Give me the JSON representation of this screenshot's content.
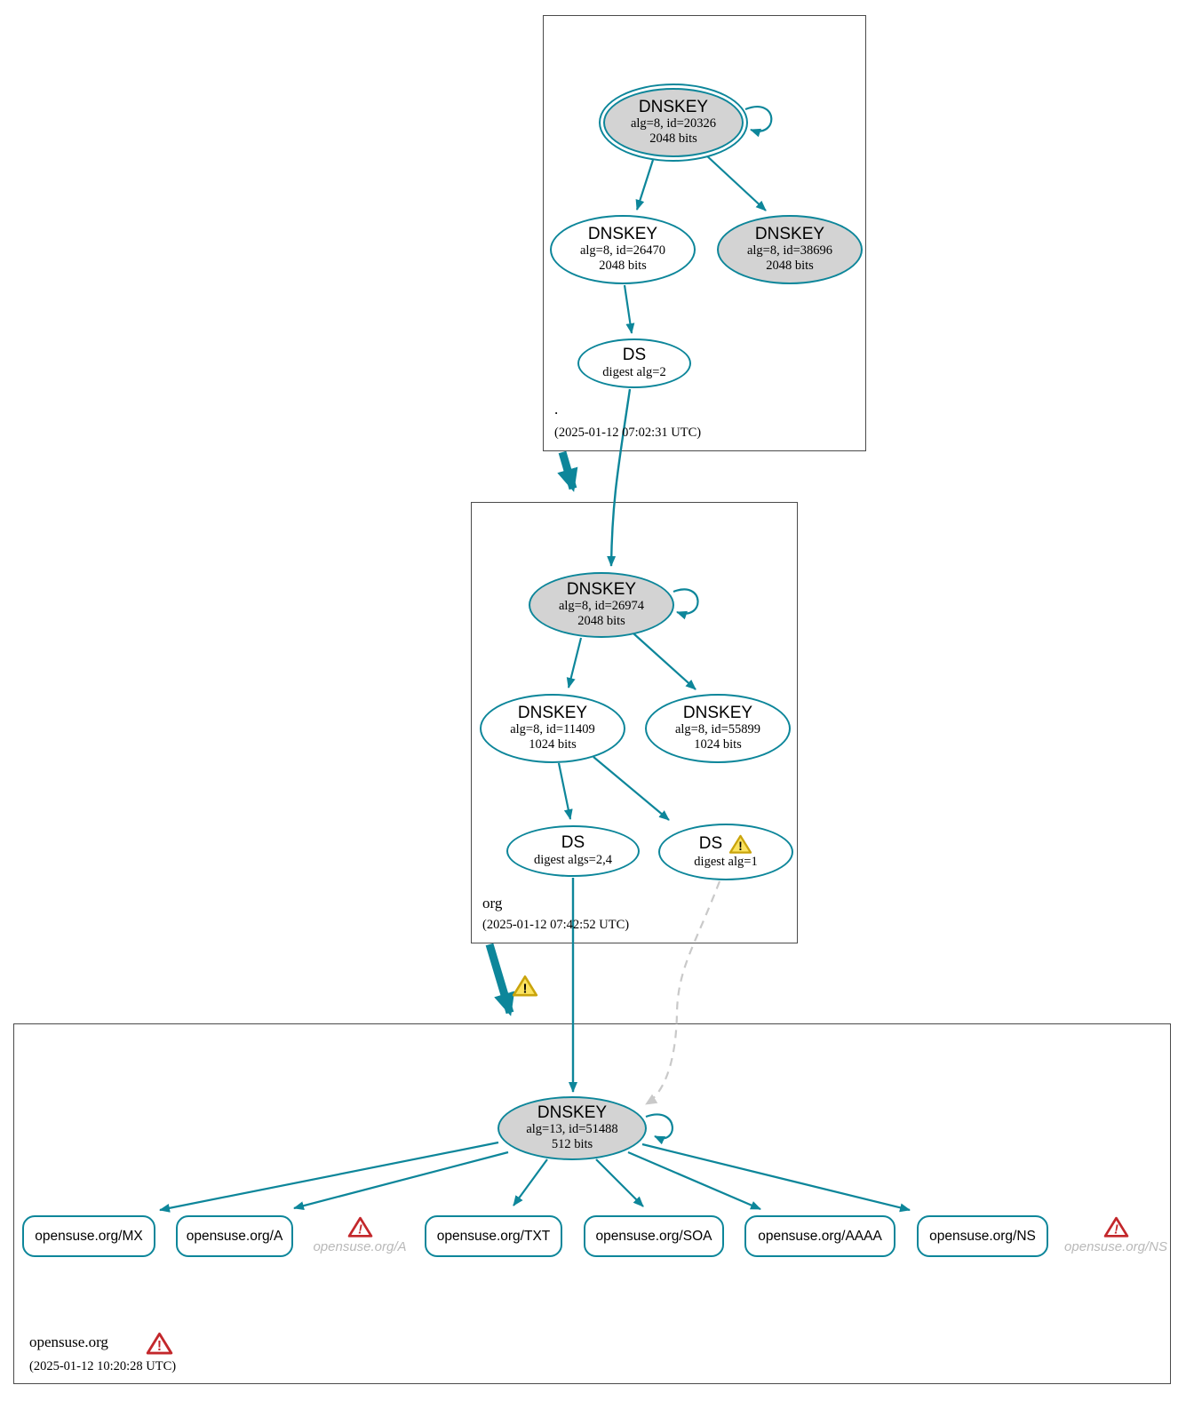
{
  "colors": {
    "edge_teal": "#0d869a",
    "node_fill_gray": "#d3d3d3",
    "warning_fill": "#fbe35f",
    "warning_border": "#caa40c",
    "error_border": "#c3272b",
    "missing_text_gray": "#b9b9b9",
    "dashed_edge_gray": "#c9c9c9",
    "box_border": "#4a4a4a"
  },
  "root_zone": {
    "label": ".",
    "timestamp": "(2025-01-12 07:02:31 UTC)",
    "ksk": {
      "title": "DNSKEY",
      "detail": "alg=8, id=20326",
      "bits": "2048 bits"
    },
    "zsk": {
      "title": "DNSKEY",
      "detail": "alg=8, id=26470",
      "bits": "2048 bits"
    },
    "key2": {
      "title": "DNSKEY",
      "detail": "alg=8, id=38696",
      "bits": "2048 bits"
    },
    "ds": {
      "title": "DS",
      "detail": "digest alg=2"
    }
  },
  "org_zone": {
    "label": "org",
    "timestamp": "(2025-01-12 07:42:52 UTC)",
    "ksk": {
      "title": "DNSKEY",
      "detail": "alg=8, id=26974",
      "bits": "2048 bits"
    },
    "zsk1": {
      "title": "DNSKEY",
      "detail": "alg=8, id=11409",
      "bits": "1024 bits"
    },
    "zsk2": {
      "title": "DNSKEY",
      "detail": "alg=8, id=55899",
      "bits": "1024 bits"
    },
    "ds_valid": {
      "title": "DS",
      "detail": "digest algs=2,4"
    },
    "ds_warning": {
      "title": "DS",
      "detail": "digest alg=1"
    }
  },
  "opensuse_zone": {
    "label": "opensuse.org",
    "timestamp": "(2025-01-12 10:20:28 UTC)",
    "dnskey": {
      "title": "DNSKEY",
      "detail": "alg=13, id=51488",
      "bits": "512 bits"
    },
    "rrsets": [
      {
        "label": "opensuse.org/MX"
      },
      {
        "label": "opensuse.org/A"
      },
      {
        "label": "opensuse.org/TXT"
      },
      {
        "label": "opensuse.org/SOA"
      },
      {
        "label": "opensuse.org/AAAA"
      },
      {
        "label": "opensuse.org/NS"
      }
    ],
    "missing": [
      {
        "label": "opensuse.org/A"
      },
      {
        "label": "opensuse.org/NS"
      }
    ]
  }
}
